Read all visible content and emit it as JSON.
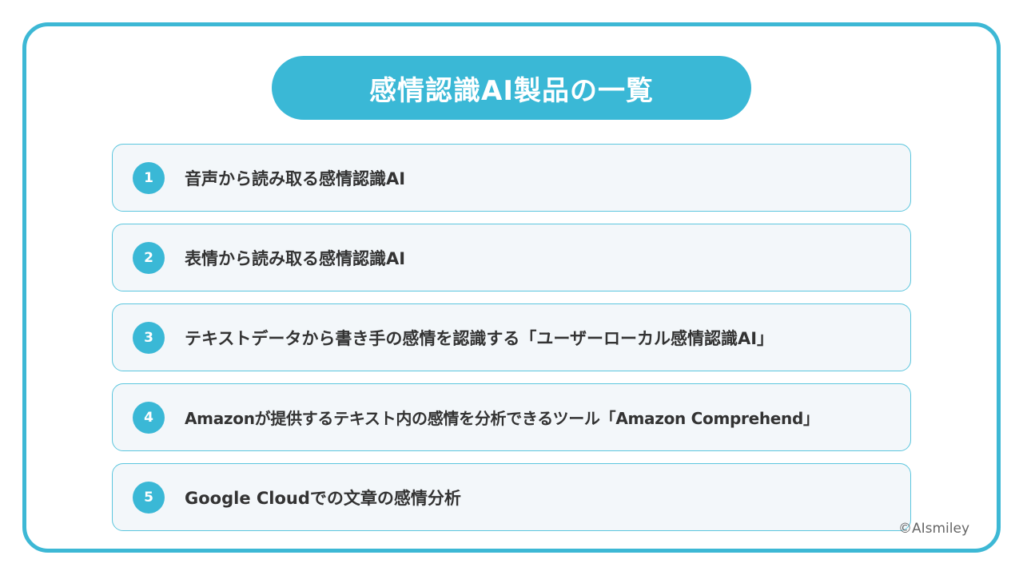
{
  "title": "感情認識AI製品の一覧",
  "items": [
    {
      "number": "1",
      "label": "音声から読み取る感情認識AI"
    },
    {
      "number": "2",
      "label": "表情から読み取る感情認識AI"
    },
    {
      "number": "3",
      "label": "テキストデータから書き手の感情を認識する「ユーザーローカル感情認識AI」"
    },
    {
      "number": "4",
      "label": "Amazonが提供するテキスト内の感情を分析できるツール「Amazon Comprehend」"
    },
    {
      "number": "5",
      "label": "Google Cloudでの文章の感情分析"
    }
  ],
  "copyright": "©AIsmiley",
  "colors": {
    "accent": "#3ab8d6",
    "item_bg": "#f3f7fa",
    "text": "#333333"
  }
}
